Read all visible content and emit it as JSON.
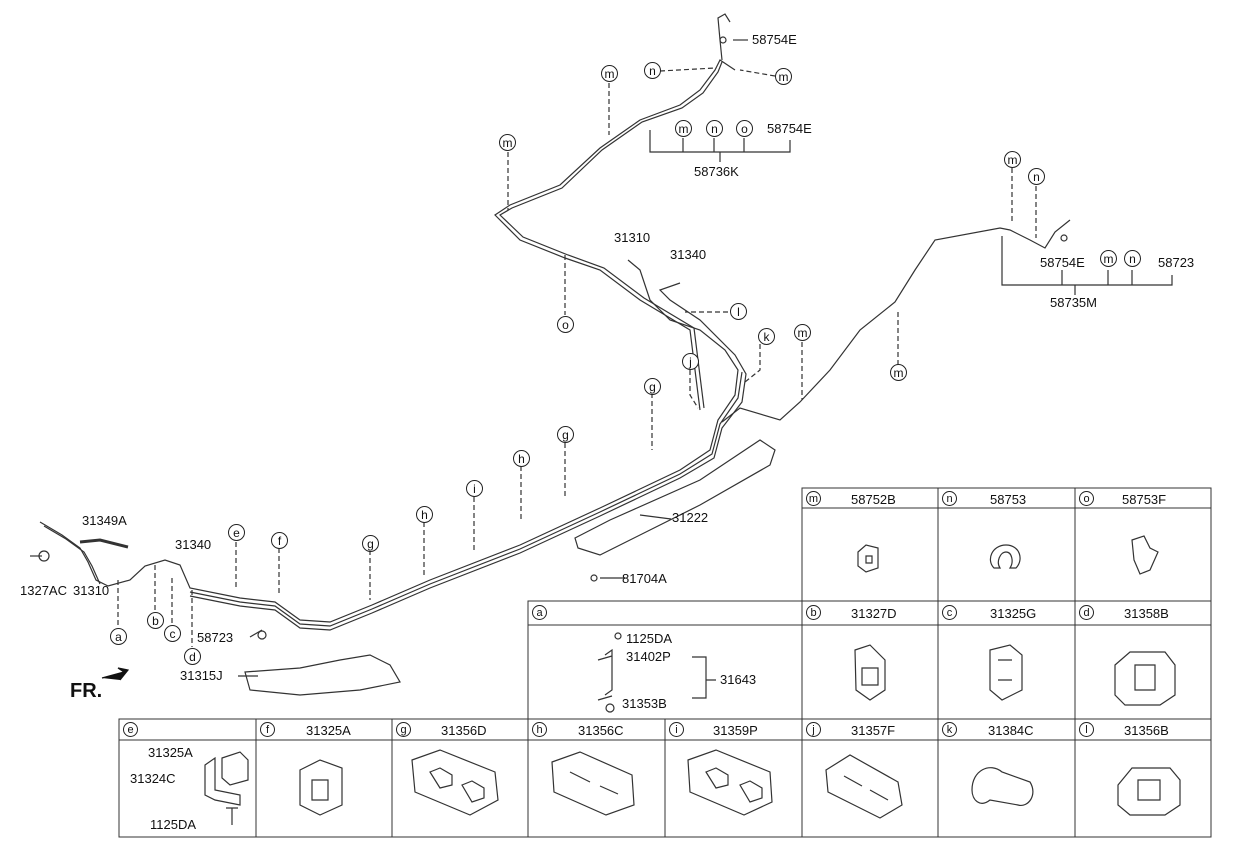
{
  "fr_label": "FR.",
  "parts": {
    "p58754E_top": "58754E",
    "p58754E_group": "58754E",
    "p58736K": "58736K",
    "p58754E_right": "58754E",
    "p58723_right": "58723",
    "p58735M": "58735M",
    "p31310_top": "31310",
    "p31340_top": "31340",
    "p31349A": "31349A",
    "p31340_left": "31340",
    "p1327AC": "1327AC",
    "p31310_left": "31310",
    "p58723_left": "58723",
    "p31315J": "31315J",
    "p31222": "31222",
    "p81704A": "81704A"
  },
  "letters": {
    "a": "a",
    "b": "b",
    "c": "c",
    "d": "d",
    "e": "e",
    "f": "f",
    "g": "g",
    "h": "h",
    "i": "i",
    "j": "j",
    "k": "k",
    "l": "l",
    "m": "m",
    "n": "n",
    "o": "o"
  },
  "table": {
    "row1": [
      {
        "key": "m",
        "part": "58752B"
      },
      {
        "key": "n",
        "part": "58753"
      },
      {
        "key": "o",
        "part": "58753F"
      }
    ],
    "row2_a": {
      "key": "a"
    },
    "row2": [
      {
        "key": "b",
        "part": "31327D"
      },
      {
        "key": "c",
        "part": "31325G"
      },
      {
        "key": "d",
        "part": "31358B"
      }
    ],
    "a_parts": {
      "p1125DA": "1125DA",
      "p31402P": "31402P",
      "p31353B": "31353B",
      "p31643": "31643"
    },
    "row3_e": {
      "key": "e"
    },
    "e_parts": {
      "p31325A": "31325A",
      "p31324C": "31324C",
      "p1125DA": "1125DA"
    },
    "row3": [
      {
        "key": "f",
        "part": "31325A"
      },
      {
        "key": "g",
        "part": "31356D"
      },
      {
        "key": "h",
        "part": "31356C"
      },
      {
        "key": "i",
        "part": "31359P"
      },
      {
        "key": "j",
        "part": "31357F"
      },
      {
        "key": "k",
        "part": "31384C"
      },
      {
        "key": "l",
        "part": "31356B"
      }
    ]
  }
}
